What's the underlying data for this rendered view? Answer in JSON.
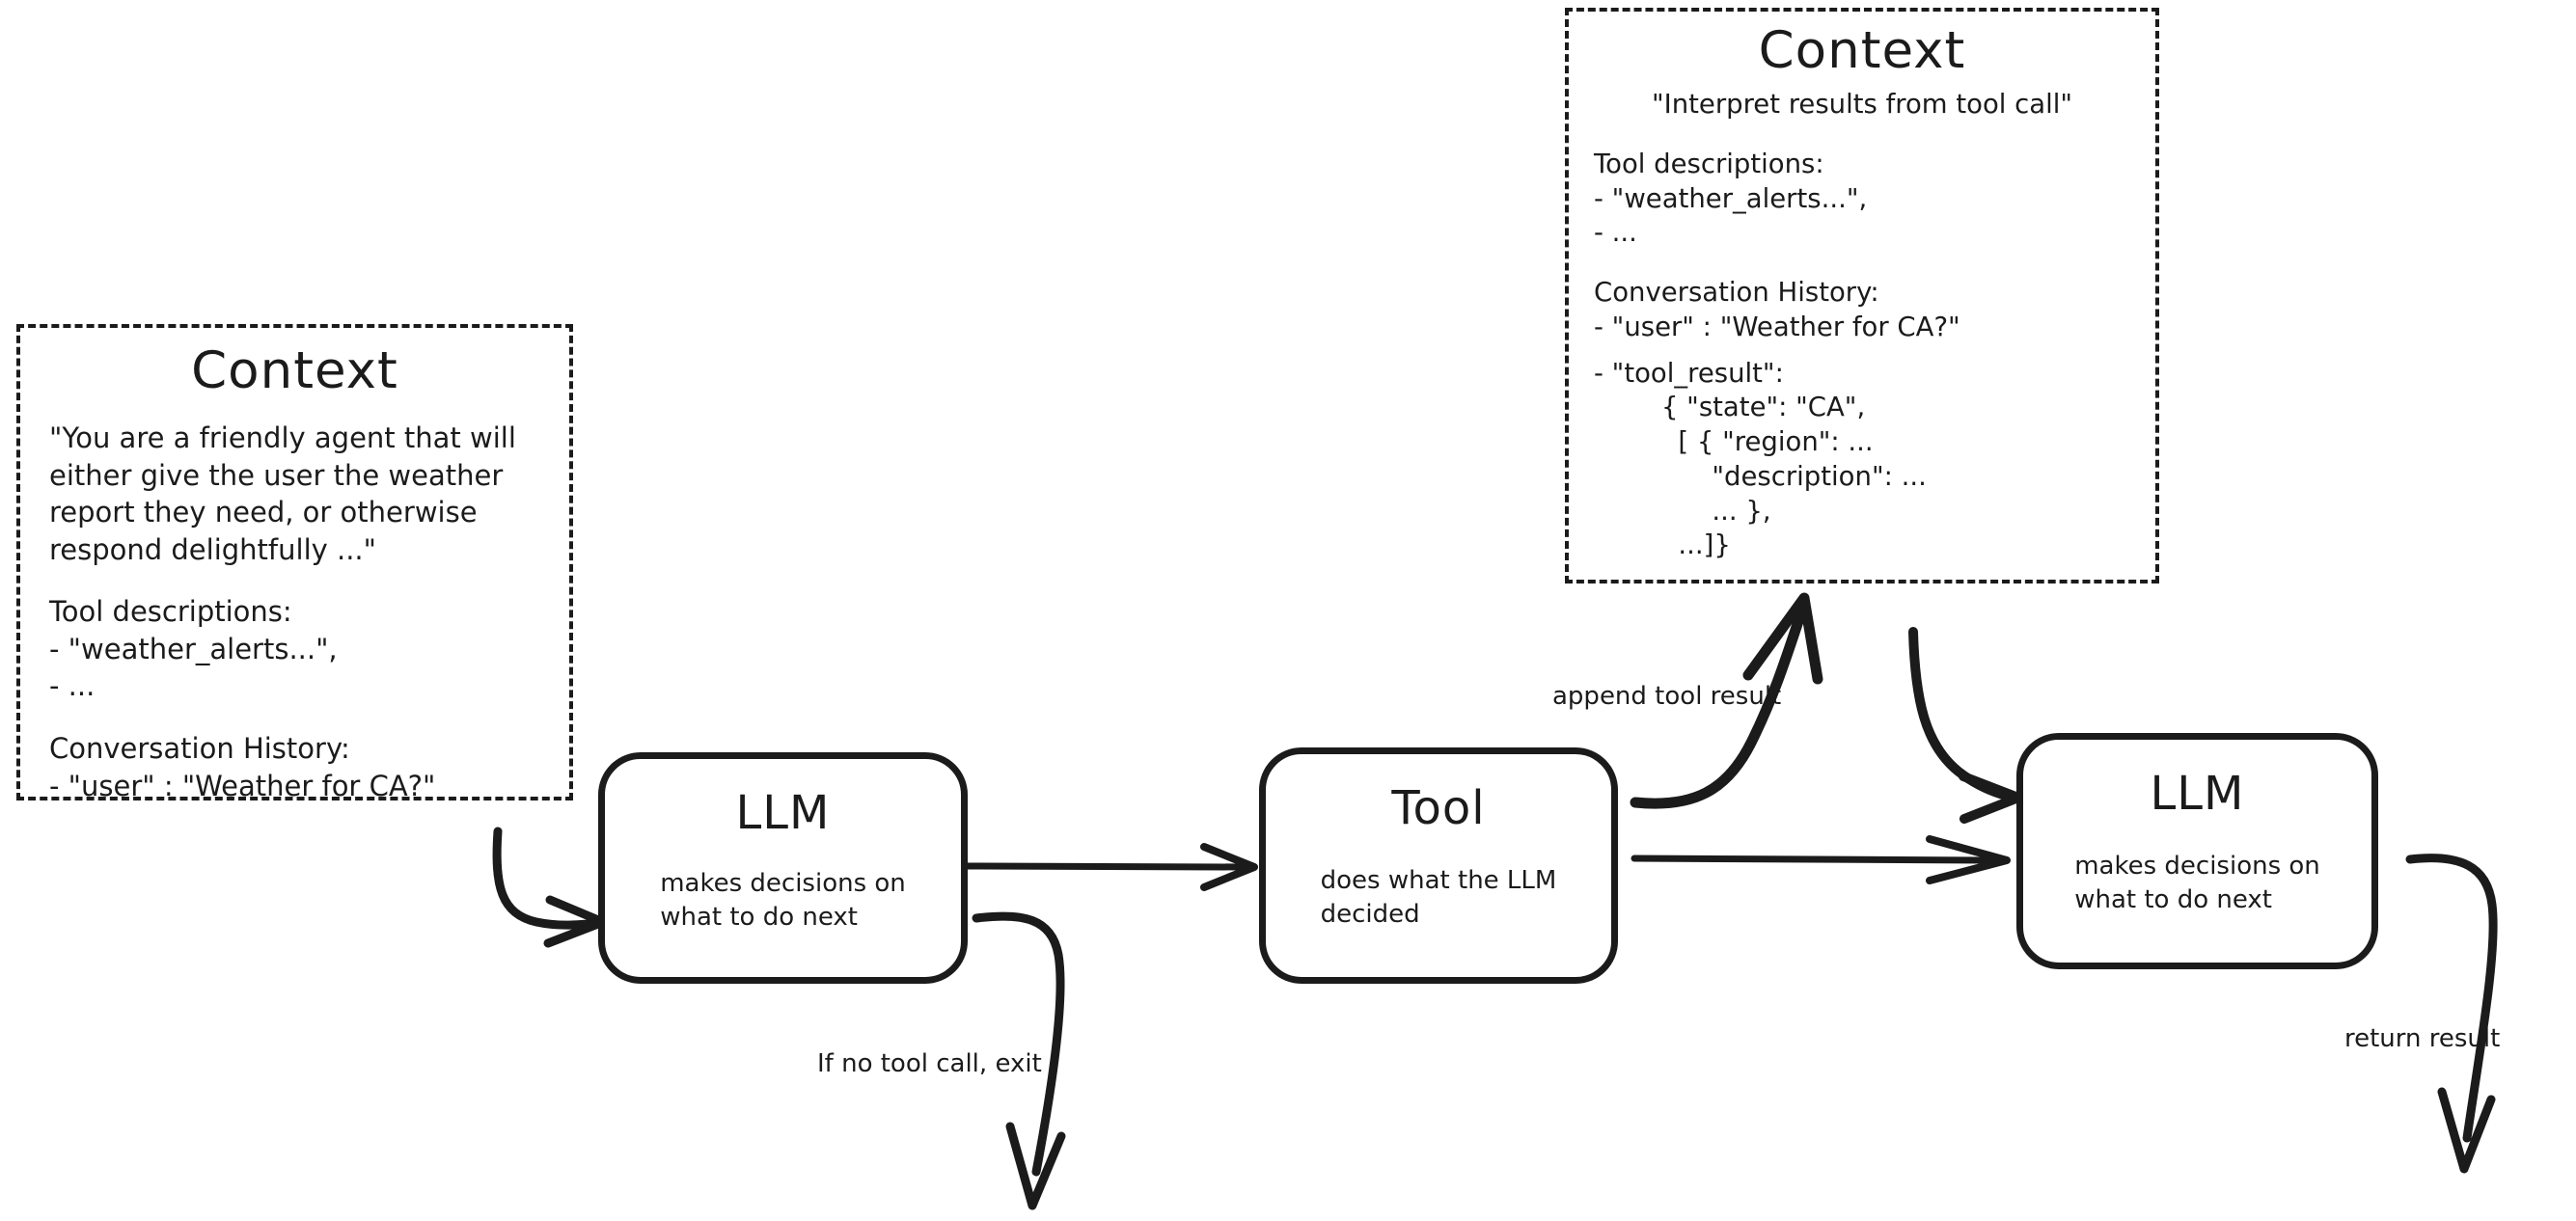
{
  "diagram": {
    "title": "Agent loop with LLM, Tool and Context",
    "stroke_color": "#1b1b1b",
    "background_color": "#ffffff"
  },
  "context_left": {
    "title": "Context",
    "system_prompt": "\"You are a friendly agent that will either give the user the weather report they need, or otherwise respond delightfully ...\"",
    "tool_descriptions_heading": "Tool descriptions:",
    "tool_descriptions_items": "- \"weather_alerts...\",\n- ...",
    "conversation_heading": "Conversation History:",
    "conversation_items": "- \"user\" : \"Weather for CA?\""
  },
  "context_right": {
    "title": "Context",
    "system_prompt": "\"Interpret results from tool call\"",
    "tool_descriptions_heading": "Tool descriptions:",
    "tool_descriptions_items": "- \"weather_alerts...\",\n- ...",
    "conversation_heading": "Conversation History:",
    "conversation_user": "- \"user\" : \"Weather for CA?\"",
    "conversation_tool_result": "- \"tool_result\":\n        { \"state\": \"CA\",\n          [ { \"region\": ...\n              \"description\": ...\n              ... },\n          ...]}"
  },
  "node_llm_1": {
    "title": "LLM",
    "subtitle": "makes decisions on\nwhat to do next"
  },
  "node_tool": {
    "title": "Tool",
    "subtitle": "does what the LLM\ndecided"
  },
  "node_llm_2": {
    "title": "LLM",
    "subtitle": "makes decisions on\nwhat to do next"
  },
  "edges": {
    "append_tool_result": "append tool result",
    "if_no_tool_call_exit": "If no tool call, exit",
    "return_result": "return result"
  }
}
